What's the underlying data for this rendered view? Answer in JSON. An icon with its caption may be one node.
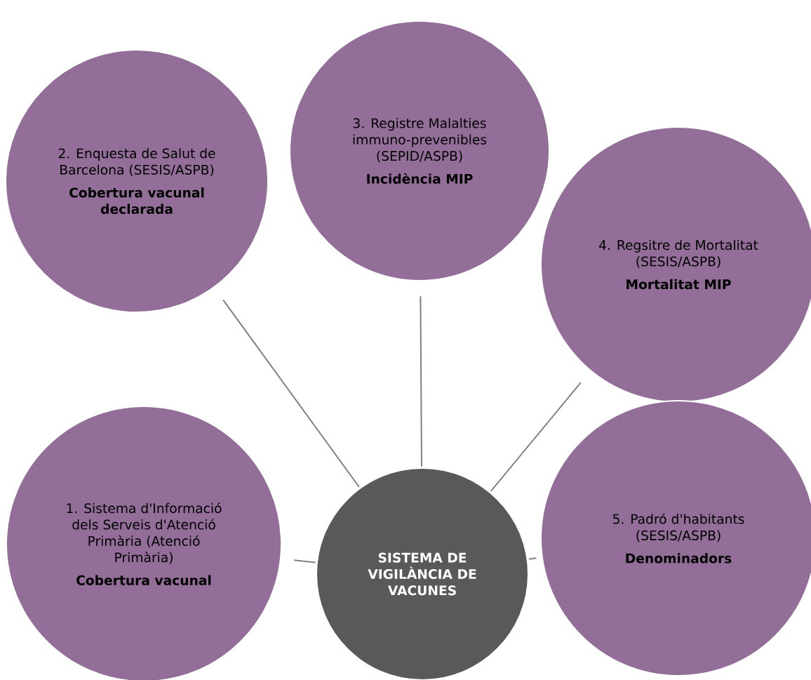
{
  "diagram": {
    "nodes": [
      {
        "text": [
          "1. Sistema d'Informació dels Serveis d'Atenció Primària (Atenció Primària)",
          "Cobertura vacunal"
        ]
      },
      {
        "text": [
          "2. Enquesta de Salut de Barcelona (SESIS/ASPB)",
          "Cobertura vacunal declarada"
        ]
      },
      {
        "text": [
          "3. Registre Malalties immuno-prevenibles (SEPID/ASPB)",
          "Incidència MIP"
        ]
      },
      {
        "text": [
          "4. Regsitre de Mortalitat (SESIS/ASPB)",
          "Mortalitat MIP"
        ]
      },
      {
        "text": [
          "5. Padró d'habitants (SESIS/ASPB)",
          "Denominadors"
        ]
      },
      {
        "text": [
          "SISTEMA DE VIGILÀNCIA DE VACUNES"
        ]
      }
    ],
    "edges": [
      {
        "from": 0,
        "to": 5,
        "arrow": "none"
      },
      {
        "from": 1,
        "to": 5,
        "arrow": "none"
      },
      {
        "from": 2,
        "to": 5,
        "arrow": "none"
      },
      {
        "from": 3,
        "to": 5,
        "arrow": "none"
      },
      {
        "from": 4,
        "to": 5,
        "arrow": "none"
      }
    ]
  }
}
